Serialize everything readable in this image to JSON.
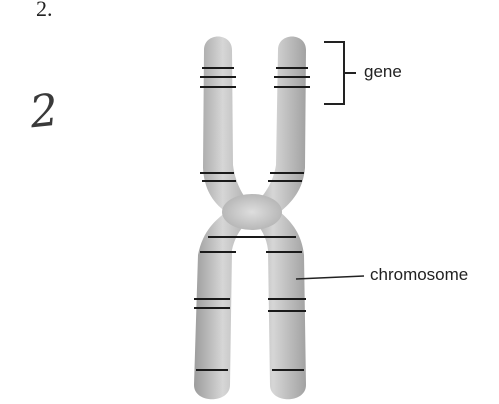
{
  "question": {
    "number": "2."
  },
  "handwriting": {
    "answer_mark": "2"
  },
  "diagram": {
    "labels": {
      "gene": "gene",
      "chromosome": "chromosome"
    },
    "colors": {
      "chromatid_fill": "#b5b5b5",
      "chromatid_highlight": "#dcdcdc",
      "band": "#1a1a1a",
      "leader_line": "#222222"
    }
  }
}
